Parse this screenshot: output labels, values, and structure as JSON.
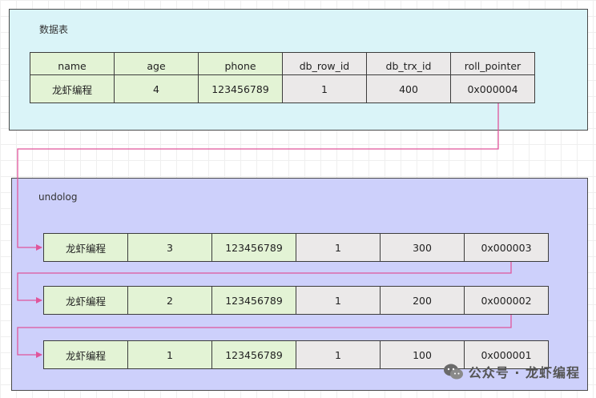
{
  "data_table": {
    "title": "数据表",
    "headers": [
      "name",
      "age",
      "phone",
      "db_row_id",
      "db_trx_id",
      "roll_pointer"
    ],
    "row": [
      "龙虾编程",
      "4",
      "123456789",
      "1",
      "400",
      "0x000004"
    ]
  },
  "undolog": {
    "title": "undolog",
    "rows": [
      [
        "龙虾编程",
        "3",
        "123456789",
        "1",
        "300",
        "0x000003"
      ],
      [
        "龙虾编程",
        "2",
        "123456789",
        "1",
        "200",
        "0x000002"
      ],
      [
        "龙虾编程",
        "1",
        "123456789",
        "1",
        "100",
        "0x000001"
      ]
    ]
  },
  "colors": {
    "top_panel": "#daf4f8",
    "bottom_panel": "#cdd0fb",
    "user_cells": "#e3f3d5",
    "hidden_cells": "#ebe9e9",
    "pointer_line": "#e0559b"
  },
  "watermark": {
    "icon": "wechat-icon",
    "text": "公众号 · 龙虾编程"
  }
}
